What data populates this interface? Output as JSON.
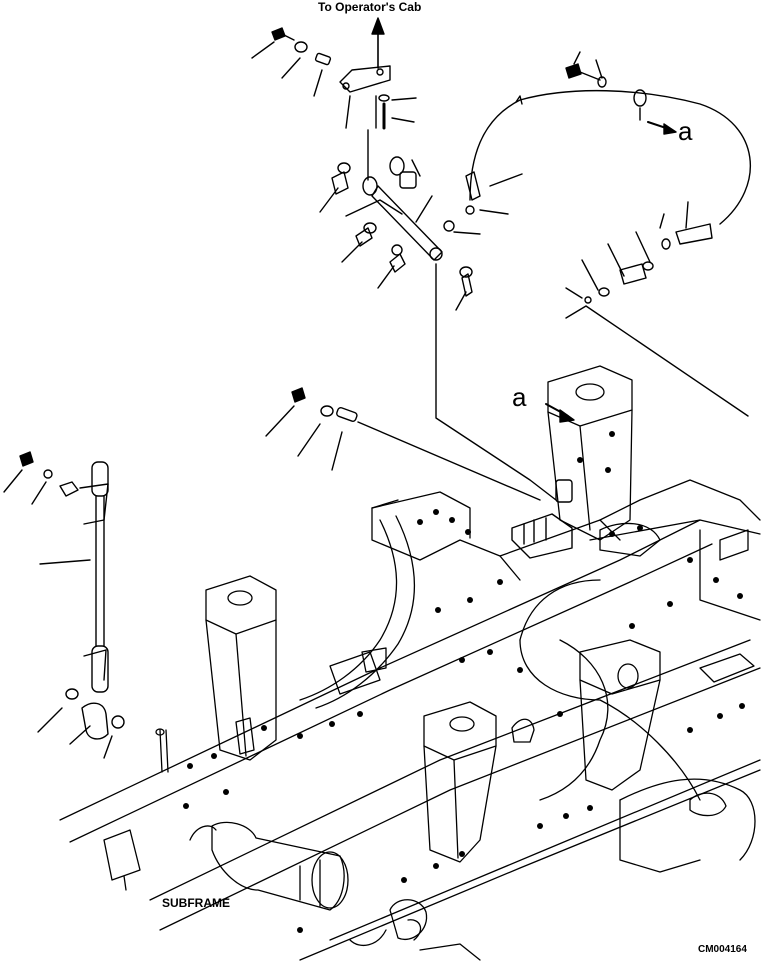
{
  "labels": {
    "to_cab": "To Operator's Cab",
    "callout_a_upper": "a",
    "callout_a_lower": "a",
    "subframe": "SUBFRAME",
    "drawing_code": "CM004164"
  },
  "colors": {
    "line": "#000000",
    "background": "#ffffff"
  }
}
